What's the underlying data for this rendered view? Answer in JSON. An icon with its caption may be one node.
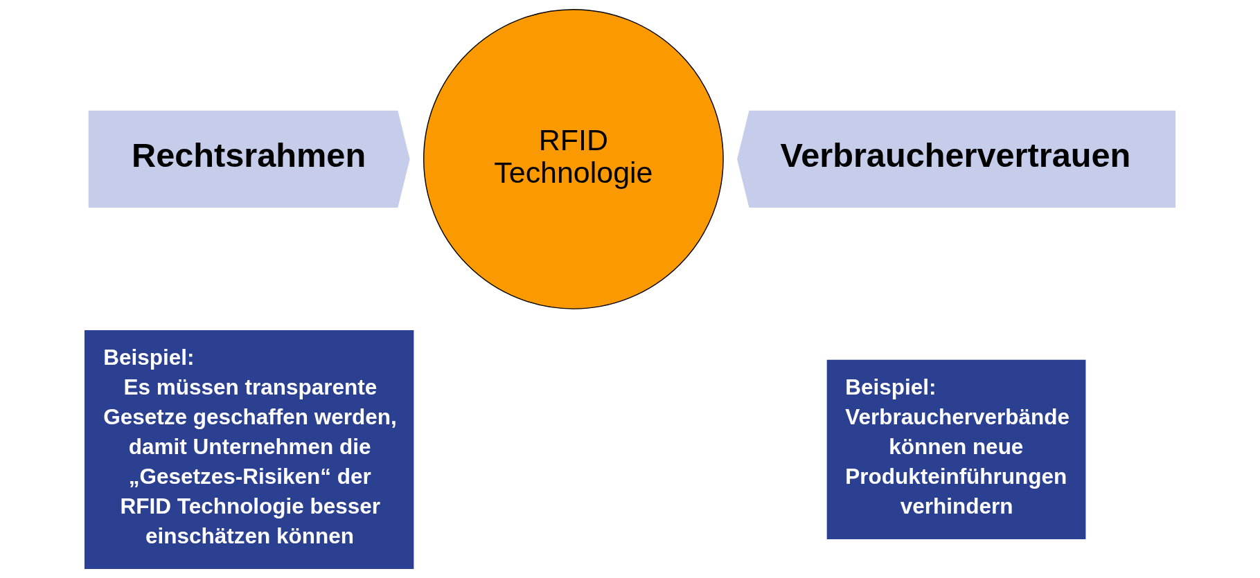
{
  "diagram": {
    "nodes": [
      {
        "text": [
          "RFID Technologie"
        ]
      },
      {
        "text": [
          "Rechtsrahmen"
        ]
      },
      {
        "text": [
          "Verbrauchervertrauen"
        ]
      },
      {
        "text": [
          "Beispiel:",
          "Es müssen transparente Gesetze geschaffen werden, damit Unternehmen die „Gesetzes-Risiken“ der RFID Technologie besser einschätzen können"
        ]
      },
      {
        "text": [
          "Beispiel:",
          "Verbraucherverbände können neue Produkteinführungen verhindern"
        ]
      }
    ]
  }
}
